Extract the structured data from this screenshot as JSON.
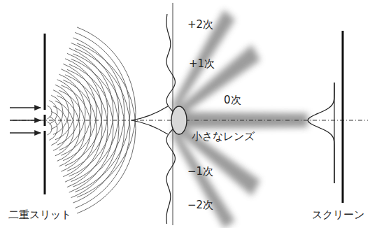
{
  "diagram": {
    "labels": [
      "+2次",
      "+1次",
      "0次",
      "小さなレンズ",
      "−1次",
      "−2次",
      "二重スリット",
      "スクリーン"
    ]
  }
}
